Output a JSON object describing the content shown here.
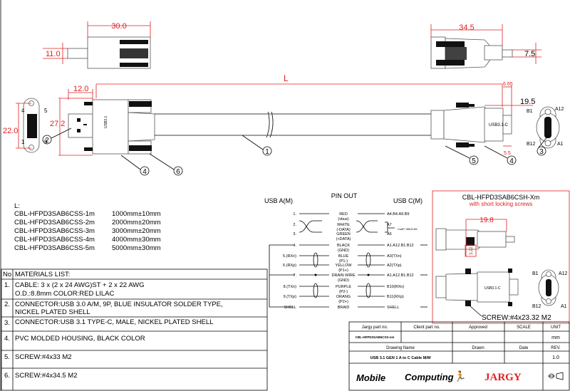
{
  "dimensions": {
    "top_left_length": "30.0",
    "top_left_height": "11.0",
    "top_right_length": "34.5",
    "top_right_height": "7.5",
    "cable_length": "L",
    "plug_a_length": "12.0",
    "plug_a_height": "27.2",
    "end_view_height": "22.0",
    "plug_c_tip": "6.65",
    "plug_c_length": "19.5",
    "plug_c_offset": "5.5",
    "short_screw_length": "19.8",
    "short_screw_height": "3.22"
  },
  "end_view_a_pins": [
    "4",
    "5",
    "1",
    "9"
  ],
  "end_view_c_pins": [
    "B1",
    "A12",
    "B12",
    "A1"
  ],
  "callouts": [
    "1",
    "2",
    "3",
    "4",
    "5",
    "6"
  ],
  "length_table": {
    "title": "L:",
    "rows": [
      {
        "part": "CBL-HFPD3SAB6CSS-1m",
        "length": "1000mm±10mm"
      },
      {
        "part": "CBL-HFPD3SAB6CSS-2m",
        "length": "2000mm±20mm"
      },
      {
        "part": "CBL-HFPD3SAB6CSS-3m",
        "length": "3000mm±20mm"
      },
      {
        "part": "CBL-HFPD3SAB6CSS-4m",
        "length": "4000mm±30mm"
      },
      {
        "part": "CBL-HFPD3SAB6CSS-5m",
        "length": "5000mm±30mm"
      }
    ]
  },
  "materials": {
    "no_header": "No",
    "header": "MATERIALS LIST:",
    "rows": [
      {
        "no": "1.",
        "line1": "CABLE: 3 x (2 x 24 AWG)ST + 2 x 22 AWG",
        "line2": "O.D.:8.8mm COLOR:RED LILAC"
      },
      {
        "no": "2.",
        "line1": "CONNECTOR:USB 3.0 A/M, 9P, BLUE INSULATOR SOLDER TYPE,",
        "line2": "NICKEL PLATED SHELL"
      },
      {
        "no": "3.",
        "line1": "CONNECTOR:USB 3.1 TYPE-C, MALE, NICKEL PLATED SHELL",
        "line2": ""
      },
      {
        "no": "4.",
        "line1": "PVC MOLDED HOUSING, BLACK COLOR",
        "line2": ""
      },
      {
        "no": "5.",
        "line1": "SCREW:#4x33 M2",
        "line2": ""
      },
      {
        "no": "6.",
        "line1": "SCREW:#4x34.5 M2",
        "line2": ""
      }
    ]
  },
  "pinout": {
    "title": "PIN OUT",
    "left_header": "USB A(M)",
    "right_header": "USB C(M)",
    "cc_note": "Cs#P, 56KΩ:A5",
    "rows": [
      {
        "a": "1.",
        "wire": "RED",
        "sub": "(vbus)",
        "c": "A4.B4.A9.B9"
      },
      {
        "a": "2.",
        "wire": "WHITE",
        "sub": "(-DATA)",
        "c": "A7"
      },
      {
        "a": "3.",
        "wire": "GREEN",
        "sub": "(+DATA)",
        "c": "A6"
      },
      {
        "a": "4.",
        "wire": "BLACK",
        "sub": "(GND)",
        "c": "A1.A12.B1.B12"
      },
      {
        "a": "5.(RXn)",
        "wire": "BLUE",
        "sub": "(P1-)",
        "c": "A3(TXn)"
      },
      {
        "a": "6.(RXp)",
        "wire": "YELLOW",
        "sub": "(P1+)",
        "c": "A2(TXp)"
      },
      {
        "a": "7.",
        "wire": "DRAIN WIRE",
        "sub": "(GND)",
        "c": "A1.A12.B1.B12"
      },
      {
        "a": "8.(TXn)",
        "wire": "PURPLE",
        "sub": "(P2-)",
        "c": "B10(RXn)"
      },
      {
        "a": "9.(TXp)",
        "wire": "ORANG",
        "sub": "(P2+)",
        "c": "B11(RXp)"
      },
      {
        "a": "SHELL",
        "wire": "BRAID",
        "sub": "",
        "c": "SHELL"
      }
    ]
  },
  "variant": {
    "title": "CBL-HFPD3SAB6CSH-Xm",
    "subtitle": "with short locking screws",
    "screw": "SCREW:#4x23.32 M2"
  },
  "title_block": {
    "jargy_part_label": "Jargy part no.",
    "client_part_label": "Client part no.",
    "approved_label": "Approved",
    "scale_label": "SCALE",
    "unit_label": "UNIT",
    "jargy_part": "CBL-HFPD3SAB6CSS-xm",
    "unit": "mm",
    "drawing_name_label": "Drawing Name",
    "drawn_label": "Drawn",
    "date_label": "Date",
    "rev_label": "REV.",
    "drawing_name": "USB 3.1 GEN 1 A to C Cable M/M",
    "rev": "1.0",
    "logo_mobile": "Mobile",
    "logo_computing": "Computing",
    "logo_jargy": "JARGY"
  },
  "plug_c_marking": "USB3.1-C",
  "plug_a_marking": "USB3.1"
}
